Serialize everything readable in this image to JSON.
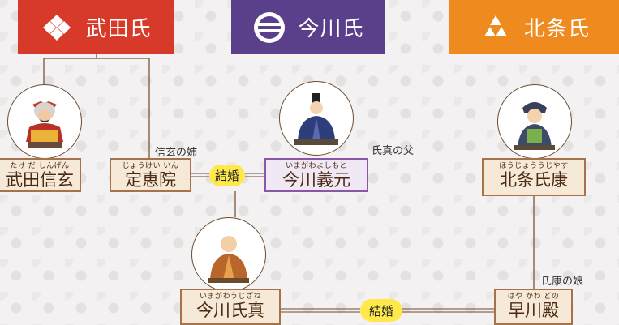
{
  "clans": {
    "takeda": {
      "label": "武田氏",
      "color": "#d83a2a",
      "mon_icon": "takeda-bishi-crest-icon"
    },
    "imagawa": {
      "label": "今川氏",
      "color": "#5a3f8a",
      "mon_icon": "imagawa-futatsubiki-crest-icon"
    },
    "hojo": {
      "label": "北条氏",
      "color": "#ee8a1e",
      "mon_icon": "hojo-mitsuuroko-crest-icon"
    }
  },
  "people": {
    "shingen": {
      "ruby": "たけ だ しんげん",
      "name": "武田信玄"
    },
    "jokeiin": {
      "ruby": "じょうけい いん",
      "name": "定恵院",
      "note": "信玄の姉"
    },
    "yoshimoto": {
      "ruby": "いまがわよしもと",
      "name": "今川義元",
      "note": "氏真の父"
    },
    "ujiyasu": {
      "ruby": "ほうじょううじやす",
      "name": "北条氏康"
    },
    "ujizane": {
      "ruby": "いまがわうじざね",
      "name": "今川氏真"
    },
    "hayakawa": {
      "ruby": "はや かわ どの",
      "name": "早川殿",
      "note": "氏康の娘"
    }
  },
  "marriages": {
    "first": "結婚",
    "second": "結婚"
  },
  "colors": {
    "line": "#8a6a52",
    "name_box_brown_border": "#a6724a",
    "name_box_purple_border": "#8a57a6",
    "marriage_badge": "#ffe94a"
  }
}
